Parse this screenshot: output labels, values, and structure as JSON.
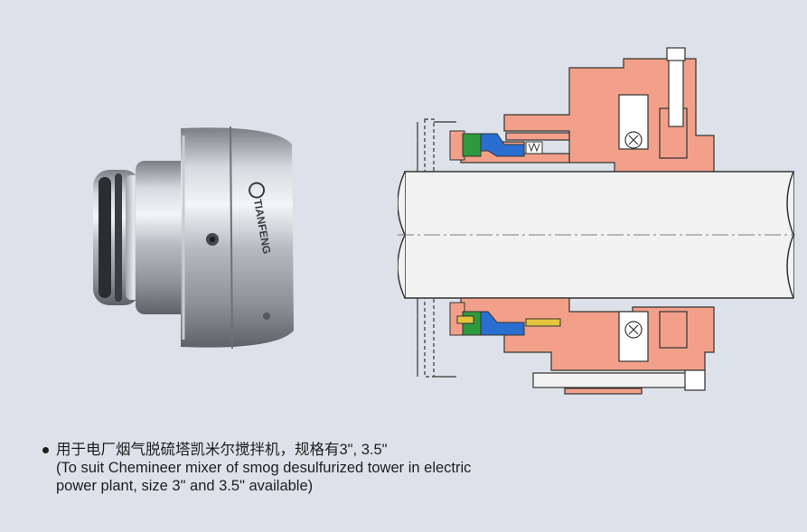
{
  "product": {
    "logo_text": "TIANFENG"
  },
  "caption": {
    "line_cn": "用于电厂烟气脱硫塔凯米尔搅拌机，规格有3\", 3.5\"",
    "line_en_1": "(To suit Chemineer mixer of smog desulfurized tower in electric",
    "line_en_2": "power plant, size 3\" and 3.5\" available)"
  },
  "colors": {
    "background": "#dde2ea",
    "housing": "#f2a08a",
    "shaft": "#f2f2f2",
    "seal_green": "#2e9a3e",
    "seal_blue": "#2a6fd0",
    "brass_pin": "#e3c43c"
  }
}
